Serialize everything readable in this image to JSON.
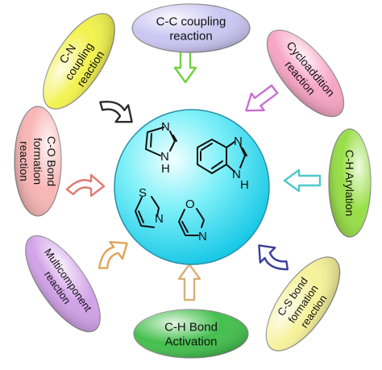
{
  "center": {
    "gradient": [
      "#f2ffff",
      "#7ff0f8",
      "#18c8e6"
    ],
    "atoms": {
      "imidazole": [
        "N",
        "N",
        "H"
      ],
      "benzimidazole": [
        "N",
        "N",
        "H"
      ],
      "thiazole": [
        "S",
        "N"
      ],
      "oxazole": [
        "O",
        "N"
      ]
    }
  },
  "nodes": [
    {
      "id": "c-c-coupling",
      "lines": [
        "C-C coupling",
        "reaction"
      ],
      "color": "#ccc6f2",
      "arrow_color": "#6fd23d"
    },
    {
      "id": "cycloaddition",
      "lines": [
        "Cycloaddition",
        "reaction"
      ],
      "color": "#f6a5c2",
      "arrow_color": "#c86fd0"
    },
    {
      "id": "c-h-arylation",
      "lines": [
        "C-H Arylation"
      ],
      "color": "#98df47",
      "arrow_color": "#4fc8cc"
    },
    {
      "id": "c-s-bond",
      "lines": [
        "C-S bond",
        "formation",
        "reaction"
      ],
      "color": "#f6f29a",
      "arrow_color": "#3a3e9a"
    },
    {
      "id": "c-h-bond-activation",
      "lines": [
        "C-H Bond",
        "Activation"
      ],
      "color": "#44c04e",
      "arrow_color": "#d8b07a"
    },
    {
      "id": "multicomponent",
      "lines": [
        "Multicomponent",
        "reaction"
      ],
      "color": "#d2a2e8",
      "arrow_color": "#e0a456"
    },
    {
      "id": "c-o-bond",
      "lines": [
        "C-O Bond",
        "formation",
        "reaction"
      ],
      "color": "#f8b7b6",
      "arrow_color": "#e07a72"
    },
    {
      "id": "c-n-coupling",
      "lines": [
        "C-N",
        "coupling",
        "reaction"
      ],
      "color": "#f2f24e",
      "arrow_color": "#2b2b2b"
    }
  ]
}
